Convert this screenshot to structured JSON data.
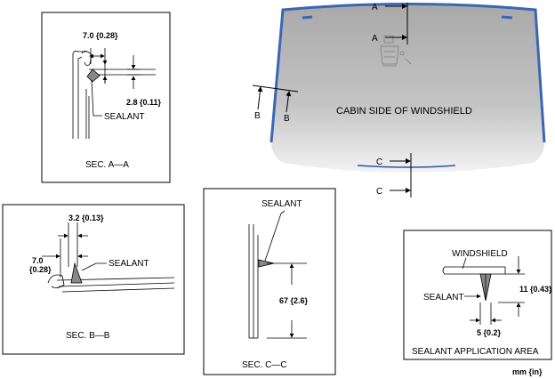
{
  "windshield": {
    "cabin_label": "CABIN SIDE OF WINDSHIELD",
    "marker_a_top": "A",
    "marker_a_inner": "A",
    "marker_b_left": "B",
    "marker_b_inner": "B",
    "marker_c_upper": "C",
    "marker_c_lower": "C",
    "colors": {
      "glass": "#bdbdbd",
      "frame": "#3a66b5",
      "line": "#2a55b0"
    }
  },
  "sec_a": {
    "dim_width": "7.0 {0.28}",
    "dim_height": "2.8 {0.11}",
    "sealant": "SEALANT",
    "caption": "SEC. A—A"
  },
  "sec_b": {
    "dim_gap": "3.2 {0.13}",
    "dim_width_1": "7.0",
    "dim_width_2": "{0.28}",
    "sealant": "SEALANT",
    "caption": "SEC. B—B"
  },
  "sec_c": {
    "sealant": "SEALANT",
    "dim_height": "67 {2.6}",
    "caption": "SEC. C—C"
  },
  "application_area": {
    "windshield": "WINDSHIELD",
    "sealant": "SEALANT",
    "dim_height": "11 {0.43}",
    "dim_width": "5 {0.2}",
    "caption": "SEALANT APPLICATION AREA"
  },
  "units": "mm {in}"
}
